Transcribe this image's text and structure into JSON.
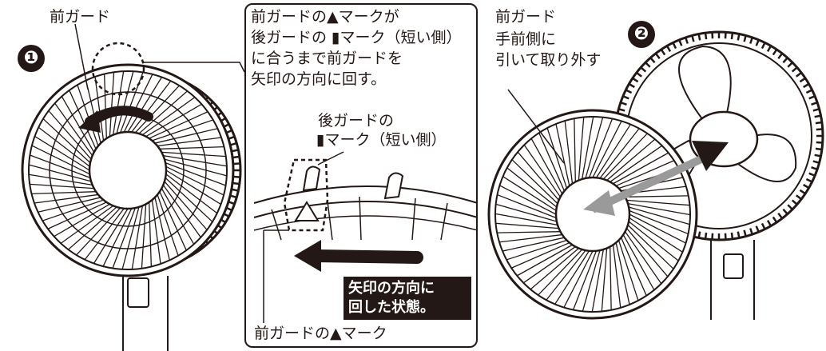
{
  "step1": {
    "number": "❶",
    "front_guard_label": "前ガード"
  },
  "callout": {
    "instruction_lines": [
      "前ガードの▲マークが",
      "後ガードの ▮マーク（短い側）",
      "に合うまで前ガードを",
      "矢印の方向に回す。"
    ],
    "rear_guard_label_lines": [
      "後ガードの",
      "▮マーク（短い側）"
    ],
    "rotated_state_lines": [
      "矢印の方向に",
      "回した状態。"
    ],
    "front_mark_label": "前ガードの▲マーク"
  },
  "step2": {
    "number": "❷",
    "front_guard_label": "前ガード",
    "pull_lines": [
      "手前側に",
      "引いて取り外す"
    ]
  },
  "colors": {
    "ink": "#231815",
    "paper": "#ffffff",
    "arrow_gray": "#9a9a9a"
  },
  "icons": [
    "curved-arrow-icon",
    "triangle-mark-icon",
    "rounded-mark-icon",
    "straight-arrow-icon"
  ]
}
